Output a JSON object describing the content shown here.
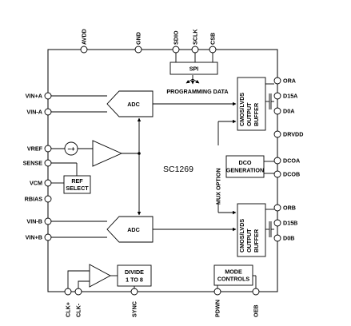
{
  "chip_name": "SC1269",
  "pins": {
    "top": [
      "AVDD",
      "GND",
      "SDIO",
      "SCLK",
      "CSB"
    ],
    "left": [
      "VIN+A",
      "VIN-A",
      "VREF",
      "SENSE",
      "VCM",
      "RBIAS",
      "VIN-B",
      "VIN+B"
    ],
    "right": [
      "ORA",
      "D15A",
      "D0A",
      "DRVDD",
      "DCOA",
      "DCOB",
      "ORB",
      "D15B",
      "D0B"
    ],
    "bottom": [
      "CLK+",
      "CLK-",
      "SYNC",
      "PDWN",
      "OEB"
    ]
  },
  "blocks": {
    "spi": "SPI",
    "programming_data": "PROGRAMMING DATA",
    "adc_a": "ADC",
    "adc_b": "ADC",
    "ref_select_line1": "REF",
    "ref_select_line2": "SELECT",
    "output_buffer_lines": [
      "CMOS/LVDS",
      "OUTPUT",
      "BUFFER"
    ],
    "dco_line1": "DCO",
    "dco_line2": "GENERATION",
    "mux_option": "MUX OPTION",
    "divide_line1": "DIVIDE",
    "divide_line2": "1 TO 8",
    "mode_line1": "MODE",
    "mode_line2": "CONTROLS",
    "ref_source_sign": "−+"
  }
}
